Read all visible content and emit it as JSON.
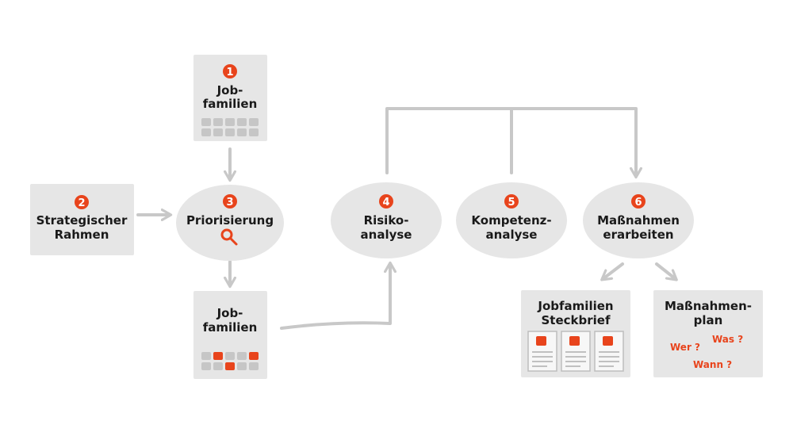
{
  "colors": {
    "shape_fill": "#e6e6e6",
    "cell_gray": "#c6c6c6",
    "accent": "#e8441c",
    "arrow": "#c8c8c8",
    "text": "#1a1a1a"
  },
  "nodes": {
    "jobfamilien_top": {
      "number": "1",
      "line1": "Job-",
      "line2": "familien"
    },
    "strategischer_rahmen": {
      "number": "2",
      "line1": "Strategischer",
      "line2": "Rahmen"
    },
    "priorisierung": {
      "number": "3",
      "line1": "Priorisierung",
      "icon": "magnifier-icon"
    },
    "jobfamilien_bottom": {
      "line1": "Job-",
      "line2": "familien"
    },
    "risikoanalyse": {
      "number": "4",
      "line1": "Risiko-",
      "line2": "analyse"
    },
    "kompetenzanalyse": {
      "number": "5",
      "line1": "Kompetenz-",
      "line2": "analyse"
    },
    "massnahmen_erarbeiten": {
      "number": "6",
      "line1": "Maßnahmen",
      "line2": "erarbeiten"
    },
    "steckbrief": {
      "line1": "Jobfamilien",
      "line2": "Steckbrief",
      "icon": "document-icon"
    },
    "massnahmenplan": {
      "line1": "Maßnahmen-",
      "line2": "plan",
      "questions": [
        "Wer ?",
        "Was ?",
        "Wann ?"
      ]
    }
  }
}
